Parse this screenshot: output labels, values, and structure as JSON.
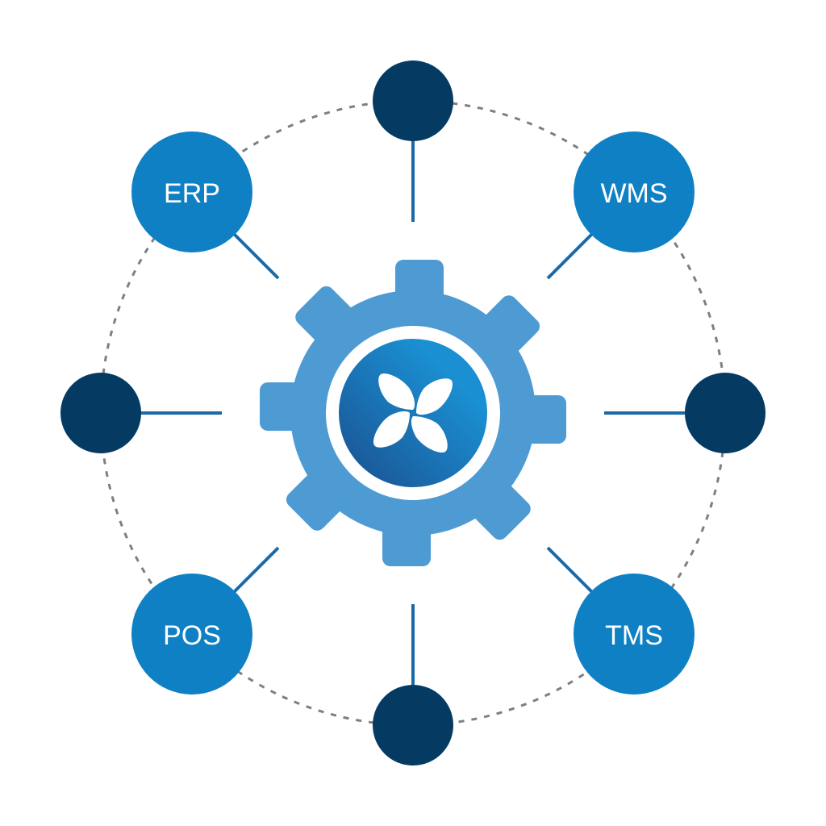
{
  "diagram": {
    "colors": {
      "background": "#ffffff",
      "system_node": "#1080c4",
      "dark_node": "#053a63",
      "connector": "#1a6aa8",
      "ring_dash": "#7d7f86",
      "gear": "#4e9bd4",
      "hub_dark": "#1a4f8e",
      "hub_light": "#1a8fd2"
    },
    "hub": {
      "icon": "gear-with-logo-icon"
    },
    "system_nodes": [
      {
        "label": "ERP"
      },
      {
        "label": "WMS"
      },
      {
        "label": "POS"
      },
      {
        "label": "TMS"
      }
    ],
    "dark_nodes": [
      {
        "icon": "dark-circle"
      },
      {
        "icon": "dark-circle"
      },
      {
        "icon": "dark-circle"
      },
      {
        "icon": "dark-circle"
      }
    ]
  }
}
